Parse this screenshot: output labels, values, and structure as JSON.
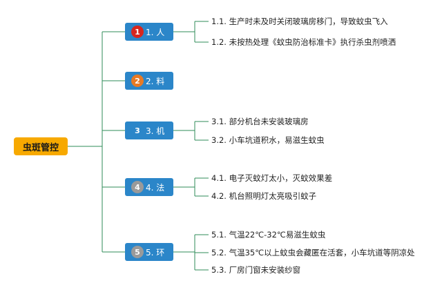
{
  "root": {
    "label": "虫斑管控"
  },
  "branches": [
    {
      "label": "1. 人",
      "badge": {
        "text": "1",
        "color": "#d7261e",
        "icon": "number-one-circle-icon"
      },
      "items": [
        "1.1. 生产时未及时关闭玻璃房移门，导致蚊虫飞入",
        "1.2. 未按热处理《蚊虫防治标准卡》执行杀虫剂喷洒"
      ]
    },
    {
      "label": "2. 料",
      "badge": {
        "text": "2",
        "color": "#e87a24",
        "icon": "number-two-circle-icon"
      },
      "items": []
    },
    {
      "label": "3. 机",
      "badge": {
        "text": "3",
        "color": "#2b86c9",
        "icon": "number-three-circle-icon"
      },
      "items": [
        "3.1. 部分机台未安装玻璃房",
        "3.2. 小车坑道积水，易滋生蚊虫"
      ]
    },
    {
      "label": "4. 法",
      "badge": {
        "text": "4",
        "color": "#9a9a9a",
        "icon": "number-four-circle-icon"
      },
      "items": [
        "4.1. 电子灭蚊灯太小，灭蚊效果差",
        "4.2. 机台照明灯太亮吸引蚊子"
      ]
    },
    {
      "label": "5. 环",
      "badge": {
        "text": "5",
        "color": "#9a9a9a",
        "icon": "number-five-circle-icon"
      },
      "items": [
        "5.1. 气温22℃-32℃易滋生蚊虫",
        "5.2. 气温35℃以上蚊虫会藏匿在活套，小车坑道等阴凉处",
        "5.3. 厂房门窗未安装纱窗"
      ]
    }
  ],
  "colors": {
    "root": "#f7a900",
    "category": "#2b86c9",
    "line": "#2e8b57"
  }
}
